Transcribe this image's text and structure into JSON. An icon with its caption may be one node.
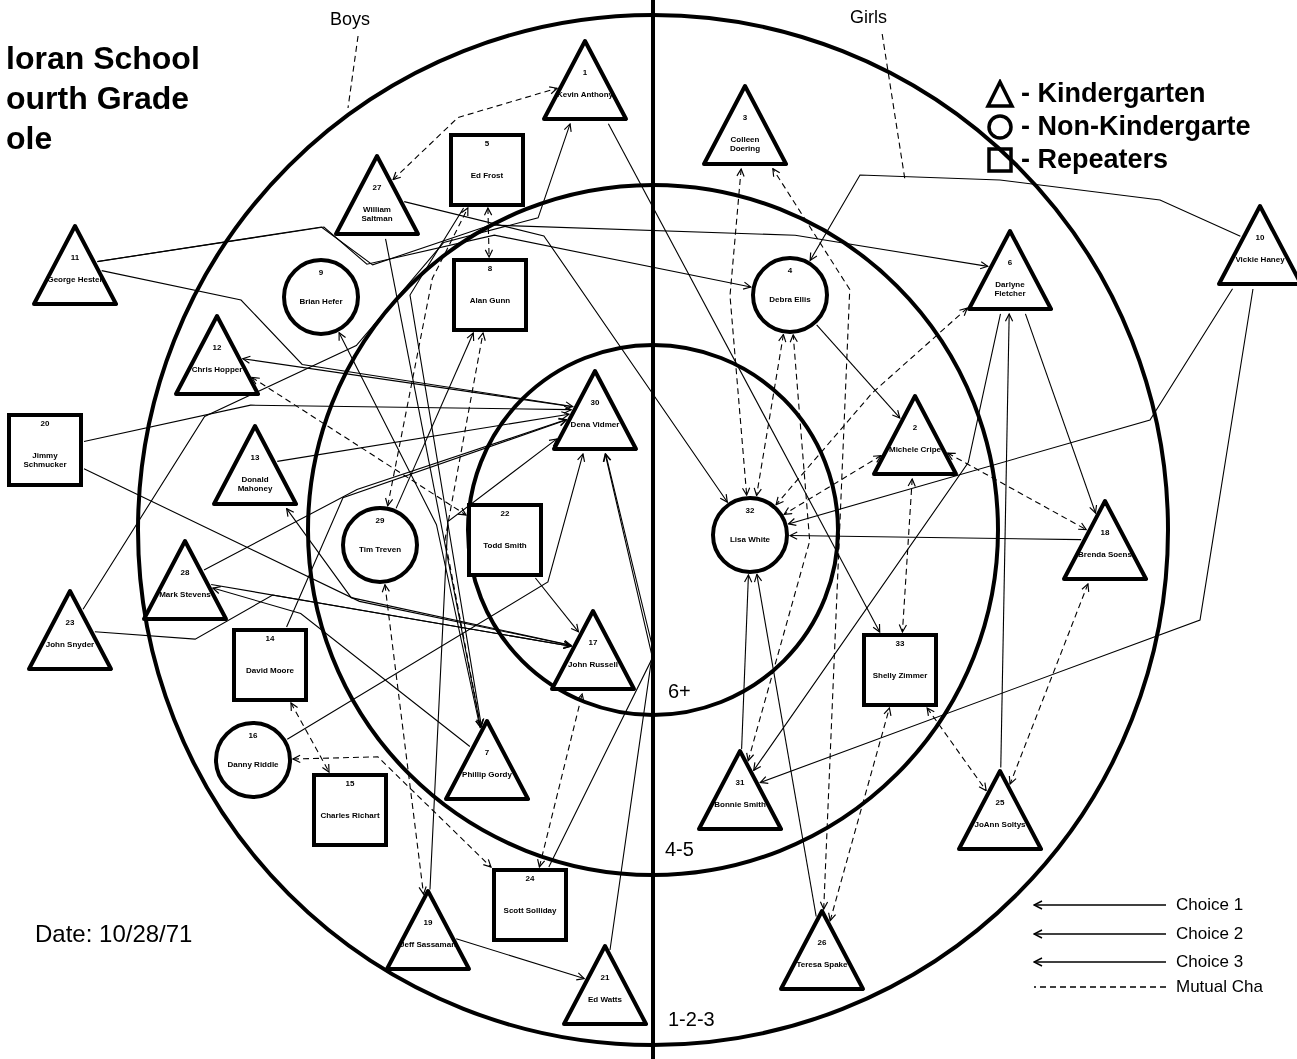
{
  "diagram": {
    "title": "loran School ourth Grade ole",
    "nodes": [
      {
        "text": [
          "1",
          "Kevin Anthony"
        ]
      },
      {
        "text": [
          "5",
          "Ed Frost"
        ]
      },
      {
        "text": [
          "27",
          "William Saltman"
        ]
      },
      {
        "text": [
          "11",
          "George Hester"
        ]
      },
      {
        "text": [
          "9",
          "Brian Hefer"
        ]
      },
      {
        "text": [
          "8",
          "Alan Gunn"
        ]
      },
      {
        "text": [
          "12",
          "Chris Hopper"
        ]
      },
      {
        "text": [
          "30",
          "Dena Vidmer"
        ]
      },
      {
        "text": [
          "20",
          "Jimmy Schmucker"
        ]
      },
      {
        "text": [
          "13",
          "Donald Mahoney"
        ]
      },
      {
        "text": [
          "29",
          "Tim Treven"
        ]
      },
      {
        "text": [
          "22",
          "Todd Smith"
        ]
      },
      {
        "text": [
          "28",
          "Mark Stevens"
        ]
      },
      {
        "text": [
          "23",
          "John Snyder"
        ]
      },
      {
        "text": [
          "17",
          "John Russell"
        ]
      },
      {
        "text": [
          "14",
          "David Moore"
        ]
      },
      {
        "text": [
          "16",
          "Danny Riddle"
        ]
      },
      {
        "text": [
          "7",
          "Phillip Gordy"
        ]
      },
      {
        "text": [
          "15",
          "Charles Richart"
        ]
      },
      {
        "text": [
          "24",
          "Scott Solliday"
        ]
      },
      {
        "text": [
          "19",
          "Jeff Sassaman"
        ]
      },
      {
        "text": [
          "21",
          "Ed Watts"
        ]
      },
      {
        "text": [
          "3",
          "Colleen Doering"
        ]
      },
      {
        "text": [
          "4",
          "Debra Ellis"
        ]
      },
      {
        "text": [
          "6",
          "Darlyne Fletcher"
        ]
      },
      {
        "text": [
          "10",
          "Vickie Haney"
        ]
      },
      {
        "text": [
          "2",
          "Michele Cripe"
        ]
      },
      {
        "text": [
          "32",
          "Lisa White"
        ]
      },
      {
        "text": [
          "18",
          "Brenda Soens"
        ]
      },
      {
        "text": [
          "33",
          "Shelly Zimmer"
        ]
      },
      {
        "text": [
          "31",
          "Bonnie Smith"
        ]
      },
      {
        "text": [
          "25",
          "JoAnn Soltys"
        ]
      },
      {
        "text": [
          "26",
          "Teresa Spake"
        ]
      },
      {
        "text": [
          "Boys"
        ]
      },
      {
        "text": [
          "Girls"
        ]
      }
    ],
    "edges": [
      {
        "from": 3,
        "to": 23,
        "arrow": "to"
      },
      {
        "from": 3,
        "to": 24,
        "arrow": "to"
      },
      {
        "from": 3,
        "to": 7,
        "arrow": "to"
      },
      {
        "from": 8,
        "to": 7,
        "arrow": "to"
      },
      {
        "from": 8,
        "to": 14,
        "arrow": "to"
      },
      {
        "from": 13,
        "to": 14,
        "arrow": "to"
      },
      {
        "from": 13,
        "to": 0,
        "arrow": "to"
      },
      {
        "from": 9,
        "to": 7,
        "arrow": "to"
      },
      {
        "from": 12,
        "to": 7,
        "arrow": "to"
      },
      {
        "from": 12,
        "to": 14,
        "arrow": "to"
      },
      {
        "from": 15,
        "to": 7,
        "arrow": "to"
      },
      {
        "from": 16,
        "to": 7,
        "arrow": "to"
      },
      {
        "from": 20,
        "to": 7,
        "arrow": "to"
      },
      {
        "from": 21,
        "to": 7,
        "arrow": "to"
      },
      {
        "from": 19,
        "to": 7,
        "arrow": "to"
      },
      {
        "from": 11,
        "to": 14,
        "arrow": "to"
      },
      {
        "from": 7,
        "to": 6,
        "arrow": "to"
      },
      {
        "from": 20,
        "to": 21,
        "arrow": "to"
      },
      {
        "from": 10,
        "to": 5,
        "arrow": "to"
      },
      {
        "from": 2,
        "to": 17,
        "arrow": "to"
      },
      {
        "from": 17,
        "to": 4,
        "arrow": "to"
      },
      {
        "from": 14,
        "to": 9,
        "arrow": "to"
      },
      {
        "from": 17,
        "to": 12,
        "arrow": "to"
      },
      {
        "from": 1,
        "to": 17,
        "arrow": "to"
      },
      {
        "from": 0,
        "to": 29,
        "arrow": "to"
      },
      {
        "from": 2,
        "to": 27,
        "arrow": "to"
      },
      {
        "from": 25,
        "to": 23,
        "arrow": "to"
      },
      {
        "from": 25,
        "to": 27,
        "arrow": "to"
      },
      {
        "from": 25,
        "to": 30,
        "arrow": "to"
      },
      {
        "from": 24,
        "to": 30,
        "arrow": "to"
      },
      {
        "from": 24,
        "to": 28,
        "arrow": "to"
      },
      {
        "from": 31,
        "to": 24,
        "arrow": "to"
      },
      {
        "from": 23,
        "to": 26,
        "arrow": "to"
      },
      {
        "from": 28,
        "to": 27,
        "arrow": "to"
      },
      {
        "from": 30,
        "to": 27,
        "arrow": "to"
      },
      {
        "from": 32,
        "to": 27,
        "arrow": "to"
      },
      {
        "from": 2,
        "to": 0,
        "arrow": "both",
        "style": "dashed"
      },
      {
        "from": 1,
        "to": 5,
        "arrow": "both",
        "style": "dashed"
      },
      {
        "from": 6,
        "to": 11,
        "arrow": "both",
        "style": "dashed"
      },
      {
        "from": 16,
        "to": 19,
        "arrow": "both",
        "style": "dashed"
      },
      {
        "from": 15,
        "to": 18,
        "arrow": "both",
        "style": "dashed"
      },
      {
        "from": 10,
        "to": 20,
        "arrow": "both",
        "style": "dashed"
      },
      {
        "from": 19,
        "to": 14,
        "arrow": "both",
        "style": "dashed"
      },
      {
        "from": 17,
        "to": 5,
        "arrow": "both",
        "style": "dashed"
      },
      {
        "from": 10,
        "to": 1,
        "arrow": "both",
        "style": "dashed"
      },
      {
        "from": 22,
        "to": 27,
        "arrow": "both",
        "style": "dashed"
      },
      {
        "from": 23,
        "to": 27,
        "arrow": "both",
        "style": "dashed"
      },
      {
        "from": 24,
        "to": 27,
        "arrow": "both",
        "style": "dashed"
      },
      {
        "from": 26,
        "to": 27,
        "arrow": "both",
        "style": "dashed"
      },
      {
        "from": 26,
        "to": 28,
        "arrow": "both",
        "style": "dashed"
      },
      {
        "from": 26,
        "to": 29,
        "arrow": "both",
        "style": "dashed"
      },
      {
        "from": 29,
        "to": 31,
        "arrow": "both",
        "style": "dashed"
      },
      {
        "from": 28,
        "to": 31,
        "arrow": "both",
        "style": "dashed"
      },
      {
        "from": 32,
        "to": 29,
        "arrow": "both",
        "style": "dashed"
      },
      {
        "from": 32,
        "to": 22,
        "arrow": "both",
        "style": "dashed"
      },
      {
        "from": 30,
        "to": 23,
        "arrow": "both",
        "style": "dashed"
      },
      {
        "from": 33,
        "to": null,
        "arrow": "none",
        "style": "dashed"
      },
      {
        "from": 34,
        "to": null,
        "arrow": "none",
        "style": "dashed"
      }
    ],
    "labels": [
      "6+",
      "4-5",
      "1-2-3",
      "Date: 10/28/71"
    ],
    "legend": [
      {
        "text": "- Kindergarten"
      },
      {
        "text": "- Non-Kindergarte"
      },
      {
        "text": "- Repeaters"
      },
      {
        "text": "Choice 1"
      },
      {
        "text": "Choice 2"
      },
      {
        "text": "Choice 3"
      },
      {
        "text": "Mutual Cha"
      }
    ]
  }
}
